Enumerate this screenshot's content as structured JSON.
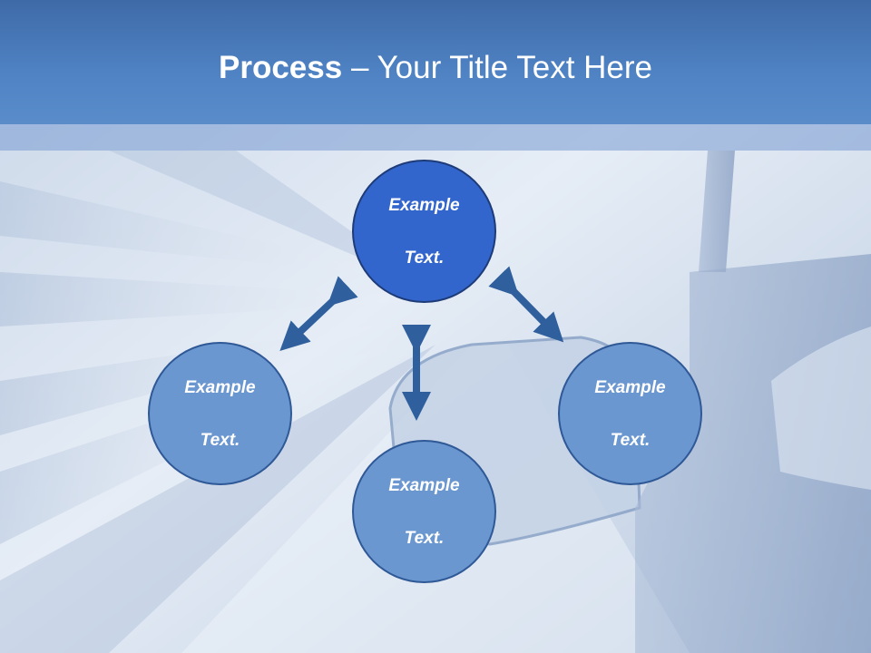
{
  "slide": {
    "title_bold": "Process",
    "title_rest": " – Your Title Text Here"
  },
  "nodes": {
    "center": {
      "line1": "Example",
      "line2": "Text."
    },
    "left": {
      "line1": "Example",
      "line2": "Text."
    },
    "right": {
      "line1": "Example",
      "line2": "Text."
    },
    "bottom": {
      "line1": "Example",
      "line2": "Text."
    }
  },
  "colors": {
    "header": "#4f83c4",
    "center_node": "#3366cc",
    "outer_node": "#6b97d0",
    "arrow": "#2f5f9c"
  },
  "background": {
    "description_icon": "car-side-mirror-motion-image"
  }
}
